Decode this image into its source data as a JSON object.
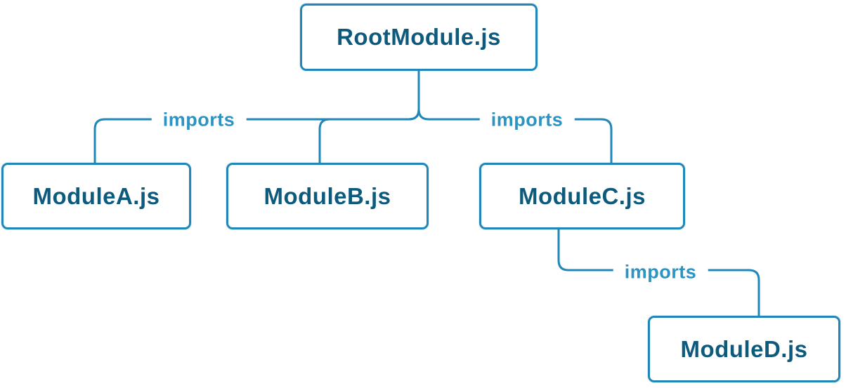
{
  "diagram": {
    "type": "module-dependency-tree",
    "colors": {
      "line": "#2187b8",
      "node_border": "#2187b8",
      "node_text": "#0e5a7c",
      "edge_label_text": "#2b94c4",
      "background": "#ffffff"
    },
    "nodes": [
      {
        "id": "root",
        "label": "RootModule.js"
      },
      {
        "id": "a",
        "label": "ModuleA.js"
      },
      {
        "id": "b",
        "label": "ModuleB.js"
      },
      {
        "id": "c",
        "label": "ModuleC.js"
      },
      {
        "id": "d",
        "label": "ModuleD.js"
      }
    ],
    "edges": [
      {
        "from": "RootModule.js",
        "to": "ModuleA.js",
        "label": "imports"
      },
      {
        "from": "RootModule.js",
        "to": "ModuleB.js",
        "label": ""
      },
      {
        "from": "RootModule.js",
        "to": "ModuleC.js",
        "label": "imports"
      },
      {
        "from": "ModuleC.js",
        "to": "ModuleD.js",
        "label": "imports"
      }
    ]
  }
}
